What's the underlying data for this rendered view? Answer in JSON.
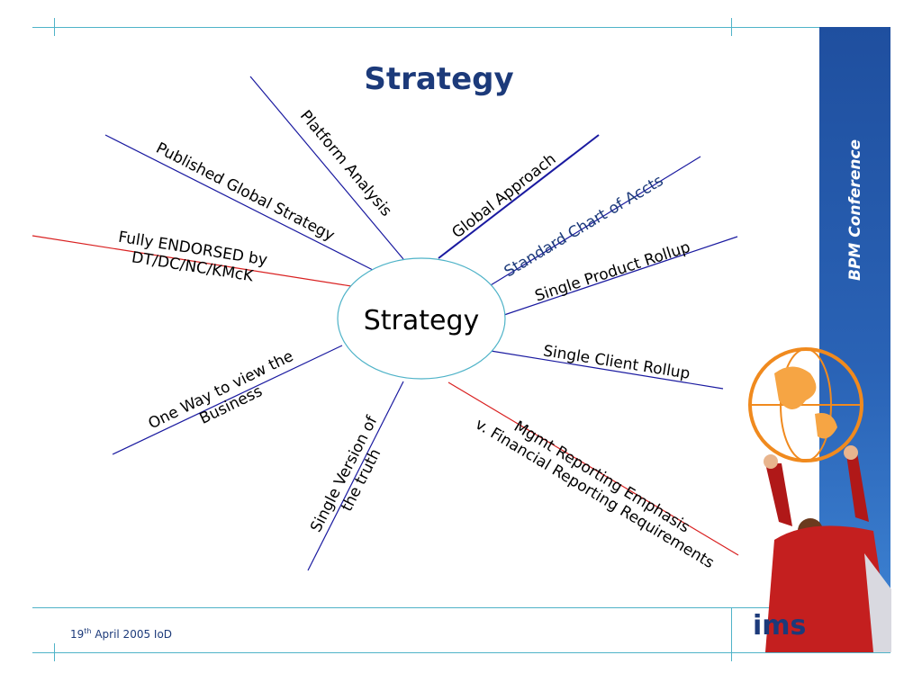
{
  "slide": {
    "title": "Strategy",
    "sidebar_title": "BPM Conference",
    "footer": {
      "day": "19",
      "day_suffix": "th",
      "rest": " April 2005 IoD"
    },
    "logo": "ims",
    "colors": {
      "title": "#1c3a7a",
      "accent_line": "#4fb3c8",
      "branch_blue": "#1a1aa0",
      "branch_red": "#d92020",
      "highlight_text": "#1c3a7a",
      "sidebar": "#2a63b6"
    }
  },
  "mindmap": {
    "center": "Strategy",
    "branches": [
      {
        "lines": [
          "Platform Analysis"
        ],
        "color": "blue"
      },
      {
        "lines": [
          "Published Global Strategy"
        ],
        "color": "blue"
      },
      {
        "lines": [
          "Fully ENDORSED by",
          "DT/DC/NC/KMcK"
        ],
        "color": "red"
      },
      {
        "lines": [
          "Global Approach"
        ],
        "color": "blue"
      },
      {
        "lines": [
          "Standard Chart of Accts"
        ],
        "color": "blue",
        "highlight": true
      },
      {
        "lines": [
          "Single Product Rollup"
        ],
        "color": "blue"
      },
      {
        "lines": [
          "Single Client Rollup"
        ],
        "color": "blue"
      },
      {
        "lines": [
          "Mgmt Reporting Emphasis",
          "v. Financial Reporting Requirements"
        ],
        "color": "red"
      },
      {
        "lines": [
          "Single Version of",
          "the truth"
        ],
        "color": "blue"
      },
      {
        "lines": [
          "One Way to view the",
          "Business"
        ],
        "color": "blue"
      }
    ]
  },
  "decoration": {
    "image": "globe-and-person-illustration"
  }
}
